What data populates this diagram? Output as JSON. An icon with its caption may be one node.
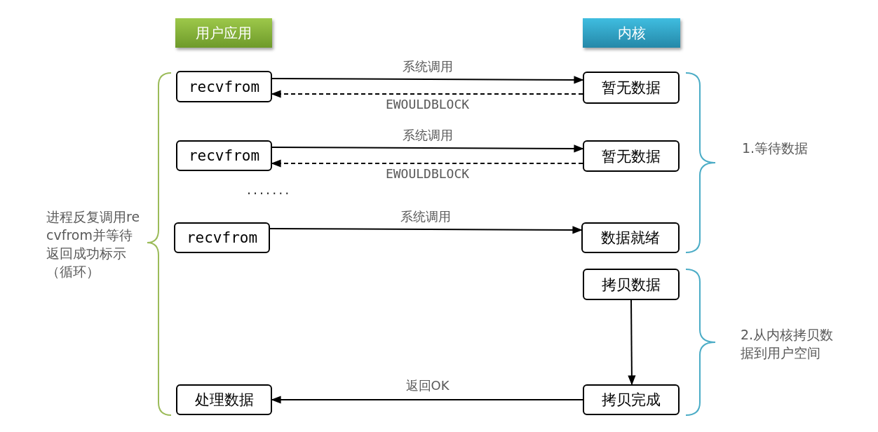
{
  "diagram": {
    "nodes": [
      {
        "text": [
          "用户应用"
        ]
      },
      {
        "text": [
          "内核"
        ]
      },
      {
        "text": [
          "recvfrom"
        ]
      },
      {
        "text": [
          "暂无数据"
        ]
      },
      {
        "text": [
          "recvfrom"
        ]
      },
      {
        "text": [
          "暂无数据"
        ]
      },
      {
        "text": [
          "recvfrom"
        ]
      },
      {
        "text": [
          "数据就绪"
        ]
      },
      {
        "text": [
          "拷贝数据"
        ]
      },
      {
        "text": [
          "处理数据"
        ]
      },
      {
        "text": [
          "拷贝完成"
        ]
      }
    ],
    "edges": [
      {
        "from": 2,
        "to": 3,
        "arrow": "to",
        "label": "系统调用"
      },
      {
        "from": 3,
        "to": 2,
        "arrow": "to",
        "style": "dashed",
        "label": "EWOULDBLOCK"
      },
      {
        "from": 4,
        "to": 5,
        "arrow": "to",
        "label": "系统调用"
      },
      {
        "from": 5,
        "to": 4,
        "arrow": "to",
        "style": "dashed",
        "label": "EWOULDBLOCK"
      },
      {
        "from": 6,
        "to": 7,
        "arrow": "to",
        "label": "系统调用"
      },
      {
        "from": 8,
        "to": 10,
        "arrow": "to"
      },
      {
        "from": 10,
        "to": 9,
        "arrow": "to",
        "label": "返回OK"
      }
    ],
    "labels": [
      "·······",
      "进程反复调用recvfrom并等待返回成功标示（循环）",
      "1.等待数据",
      "2.从内核拷贝数据到用户空间"
    ]
  }
}
